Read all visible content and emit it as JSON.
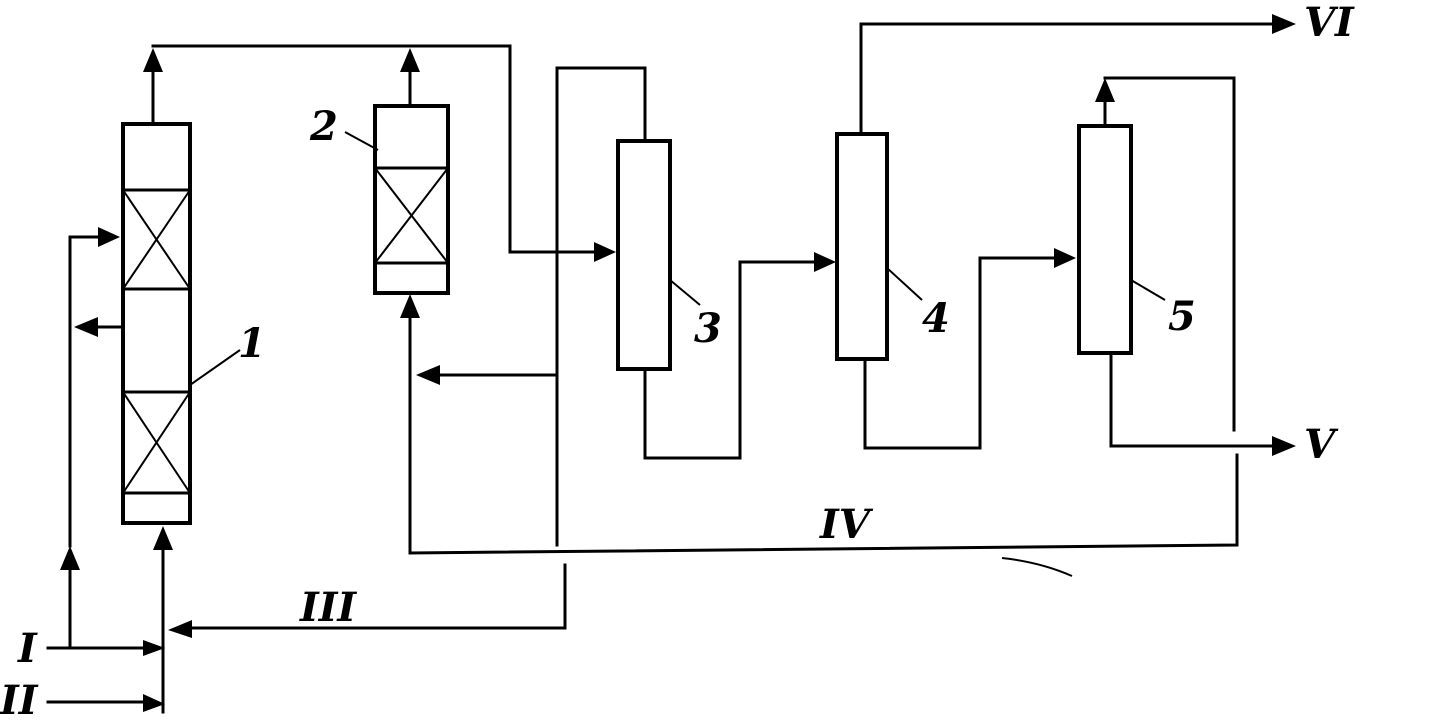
{
  "equipment": [
    {
      "id": "1",
      "label": "1"
    },
    {
      "id": "2",
      "label": "2"
    },
    {
      "id": "3",
      "label": "3"
    },
    {
      "id": "4",
      "label": "4"
    },
    {
      "id": "5",
      "label": "5"
    }
  ],
  "streams": [
    {
      "id": "I",
      "label": "I"
    },
    {
      "id": "II",
      "label": "II"
    },
    {
      "id": "III",
      "label": "III"
    },
    {
      "id": "IV",
      "label": "IV"
    },
    {
      "id": "V",
      "label": "V"
    },
    {
      "id": "VI",
      "label": "VI"
    }
  ]
}
